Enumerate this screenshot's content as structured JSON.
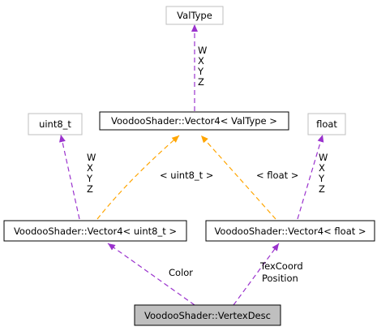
{
  "colors": {
    "member_edge": "#9a32cd",
    "template_edge": "#ffa500",
    "node_border": "#000000",
    "external_node_border": "#bfbfbf",
    "root_node_fill": "#bfbfbf"
  },
  "nodes": {
    "valtype": "ValType",
    "vector4_valtype": "VoodooShader::Vector4< ValType >",
    "uint8_t": "uint8_t",
    "float": "float",
    "vector4_uint8": "VoodooShader::Vector4< uint8_t >",
    "vector4_float": "VoodooShader::Vector4< float >",
    "vertexdesc": "VoodooShader::VertexDesc"
  },
  "edge_labels": {
    "valtype_members": [
      "W",
      "X",
      "Y",
      "Z"
    ],
    "uint8_members": [
      "W",
      "X",
      "Y",
      "Z"
    ],
    "float_members": [
      "W",
      "X",
      "Y",
      "Z"
    ],
    "uint8_template_arg": "< uint8_t >",
    "float_template_arg": "< float >",
    "color": "Color",
    "texcoord_position": [
      "TexCoord",
      "Position"
    ]
  }
}
